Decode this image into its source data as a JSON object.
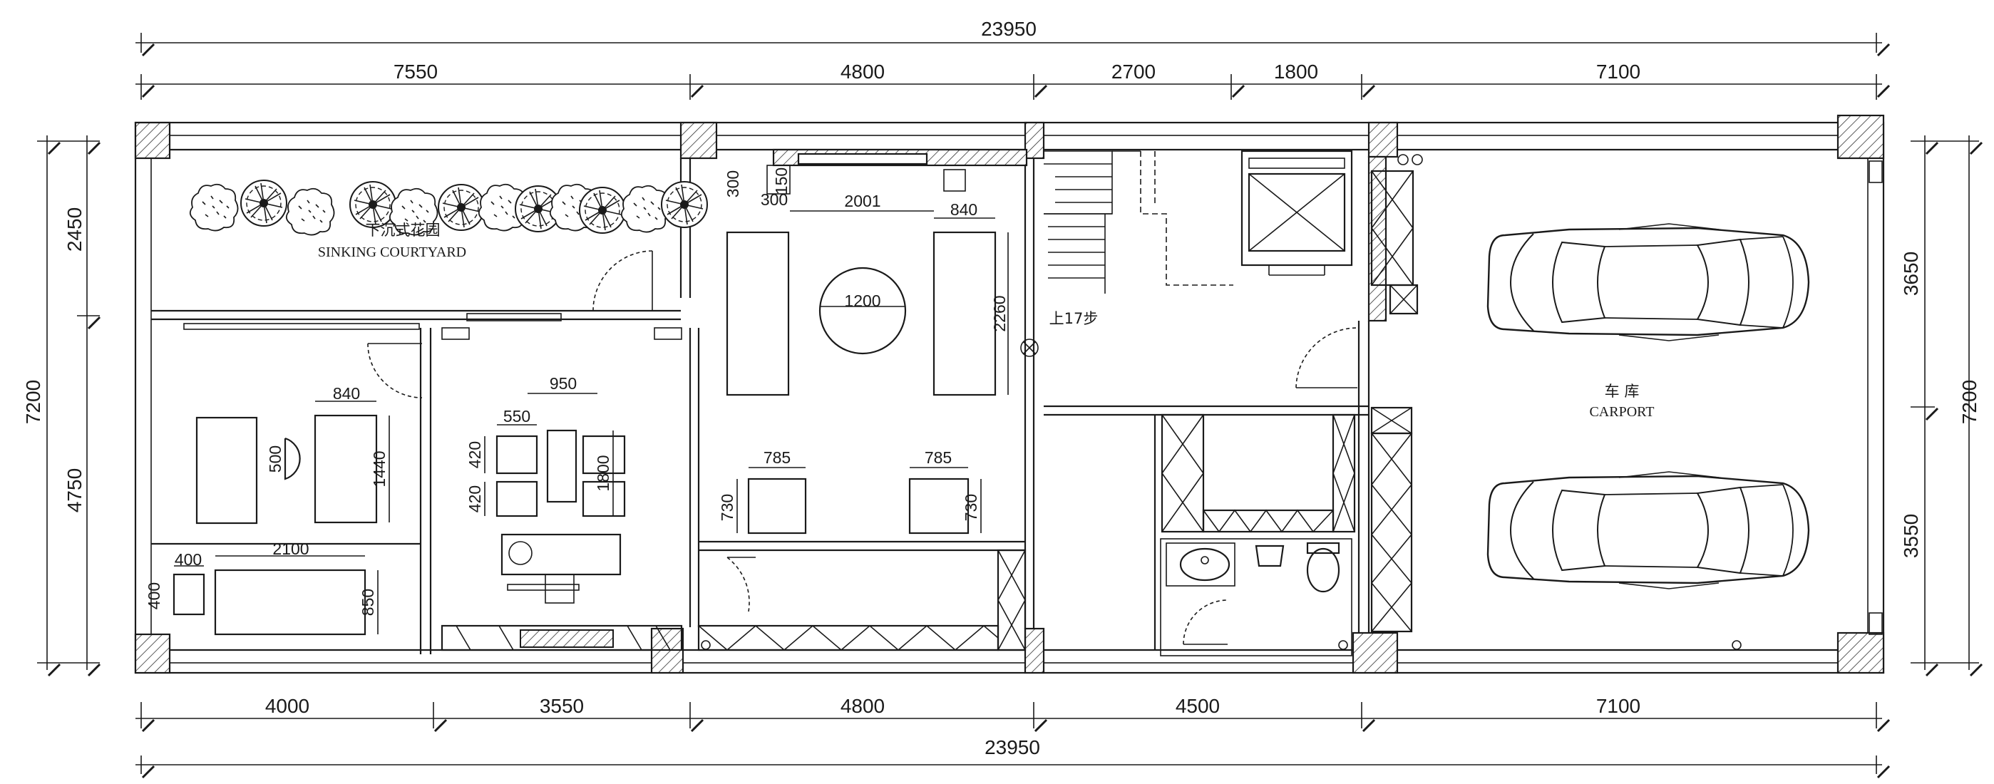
{
  "dims": {
    "top_total": "23950",
    "top_segments": [
      "7550",
      "4800",
      "2700",
      "1800",
      "7100"
    ],
    "bottom_segments": [
      "4000",
      "3550",
      "4800",
      "4500",
      "7100"
    ],
    "bottom_total": "23950",
    "left_total": "7200",
    "left_segments": [
      "2450",
      "4750"
    ],
    "right_total": "7200",
    "right_segments": [
      "3650",
      "3550"
    ]
  },
  "rooms": {
    "courtyard_cn": "下沉式花园",
    "courtyard_en": "SINKING COURTYARD",
    "carport_cn": "车 库",
    "carport_en": "CARPORT",
    "stair_note": "上17步"
  },
  "inner_dims": {
    "d2001": "2001",
    "d300a": "300",
    "d300b": "300",
    "d150": "150",
    "d840a": "840",
    "d1200": "1200",
    "d2260": "2260",
    "d840b": "840",
    "d1440": "1440",
    "d500": "500",
    "d950": "950",
    "d550": "550",
    "d420a": "420",
    "d420b": "420",
    "d1800": "1800",
    "d785a": "785",
    "d785b": "785",
    "d730a": "730",
    "d730b": "730",
    "d400a": "400",
    "d2100": "2100",
    "d400b": "400",
    "d850": "850"
  }
}
